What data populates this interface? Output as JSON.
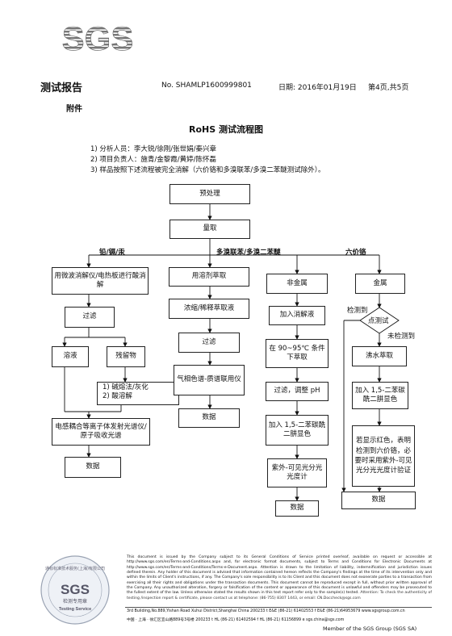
{
  "logo_text": "SGS",
  "header": {
    "title": "测试报告",
    "report_no": "No. SHAMLP1600999801",
    "date": "日期: 2016年01月19日",
    "page": "第4页,共5页",
    "attachment": "附件"
  },
  "flow_title": "RoHS 测试流程图",
  "notes": [
    "1) 分析人员：李大锐/徐刚/张世娟/秦兴章",
    "2) 项目负责人：施青/金黎霞/黄婷/陈怀磊",
    "3) 样品按照下述流程被完全消解（六价铬和多溴联苯/多溴二苯醚测试除外）。"
  ],
  "flow": {
    "pretreat": "预处理",
    "weigh": "量取",
    "branch_labels": {
      "heavy_metals": "铅/镉/汞",
      "pbb_pbde": "多溴联苯/多溴二苯醚",
      "cr6": "六价铬"
    },
    "metals": {
      "digest": "用微波消解仪/电热板进行酸消解",
      "filter": "过滤",
      "solution": "溶液",
      "residue": "残留物",
      "residue_methods": [
        "1) 碱熔法/灰化",
        "2) 酸溶解"
      ],
      "icp": "电感耦合等离子体发射光谱仪/原子吸收光谱",
      "data": "数据"
    },
    "pbb": {
      "extract": "用溶剂萃取",
      "concentrate": "浓缩/稀释萃取液",
      "filter": "过滤",
      "gcms": "气相色谱-质谱联用仪",
      "data": "数据"
    },
    "nonmetal": {
      "head": "非金属",
      "add_digest": "加入消解液",
      "extract_temp": "在 90~95℃ 条件下萃取",
      "filter_ph": "过滤，调整 pH",
      "add_dpc": "加入 1,5-二苯碳酰二肼显色",
      "uv": "紫外-可见光分光光度计",
      "data": "数据"
    },
    "metal": {
      "head": "金属",
      "spot": "点测试",
      "detected": "检测到",
      "not_detected": "未检测到",
      "boil": "沸水萃取",
      "add_dpc": "加入 1,5-二苯碳酰二肼显色",
      "red": "若显示红色，表明检测到六价铬，必要时采用紫外-可见光分光光度计验证",
      "data": "数据"
    }
  },
  "footer": {
    "seal_top": "通标标准技术服务(上海)有限公司",
    "seal_mid": "SGS",
    "seal_cn": "检测专用章",
    "seal_en": "Testing Service",
    "disclaimer": "This document is issued by the Company subject to its General Conditions of Service printed overleaf, available on request or accessible at http://www.sgs.com/en/Terms-and-Conditions.aspx and, for electronic format documents, subject to Terms and Conditions for Electronic Documents at http://www.sgs.com/en/Terms-and-Conditions/Terms-e-Document.aspx. Attention is drawn to the limitation of liability, indemnification and jurisdiction issues defined therein. Any holder of this document is advised that information contained hereon reflects the Company's findings at the time of its intervention only and within the limits of Client's instructions, if any. The Company's sole responsibility is to its Client and this document does not exonerate parties to a transaction from exercising all their rights and obligations under the transaction documents. This document cannot be reproduced except in full, without prior written approval of the Company. Any unauthorized alteration, forgery or falsification of the content or appearance of this document is unlawful and offenders may be prosecuted to the fullest extent of the law. Unless otherwise stated the results shown in this test report refer only to the sample(s) tested.",
    "attention": "Attention: To check the authenticity of testing /inspection report & certificate, please contact us at telephone: (86-755) 8307 1443, or email: CN.Doccheck@sgs.com",
    "addr_en": "3rd Building,No.889,Yishan Road Xuhui District,Shanghai China    200233    t E&E (86-21) 61402553    f E&E (86-21)64953679    www.sgsgroup.com.cn",
    "addr_cn": "中国 · 上海 · 徐汇区宜山路889号3号楼    200233    t HL (86-21) 61402594    f HL (86-21) 61156899    e sgs.china@sgs.com",
    "member": "Member of the SGS Group (SGS SA)"
  }
}
